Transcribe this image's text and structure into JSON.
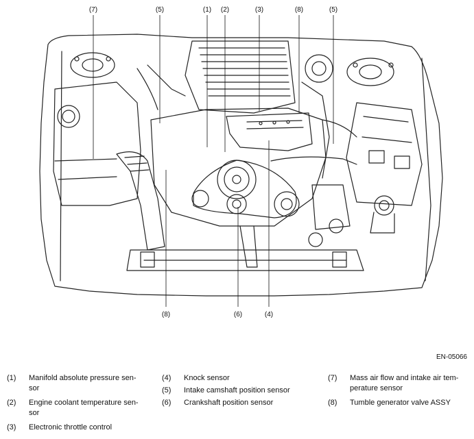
{
  "figure_id": "EN-05066",
  "callouts": [
    "(7)",
    "(5)",
    "(1)",
    "(2)",
    "(3)",
    "(8)",
    "(5)",
    "(8)",
    "(6)",
    "(4)"
  ],
  "legend": [
    {
      "num": "(1)",
      "text": "Manifold absolute pressure sen-",
      "cont": "sor"
    },
    {
      "num": "(2)",
      "text": "Engine coolant temperature sen-",
      "cont": "sor"
    },
    {
      "num": "(3)",
      "text": "Electronic throttle control",
      "cont": ""
    },
    {
      "num": "(4)",
      "text": "Knock sensor",
      "cont": ""
    },
    {
      "num": "(5)",
      "text": "Intake camshaft position sensor",
      "cont": ""
    },
    {
      "num": "(6)",
      "text": "Crankshaft position sensor",
      "cont": ""
    },
    {
      "num": "(7)",
      "text": "Mass air flow and intake air tem-",
      "cont": "perature sensor"
    },
    {
      "num": "(8)",
      "text": "Tumble generator valve ASSY",
      "cont": ""
    }
  ]
}
